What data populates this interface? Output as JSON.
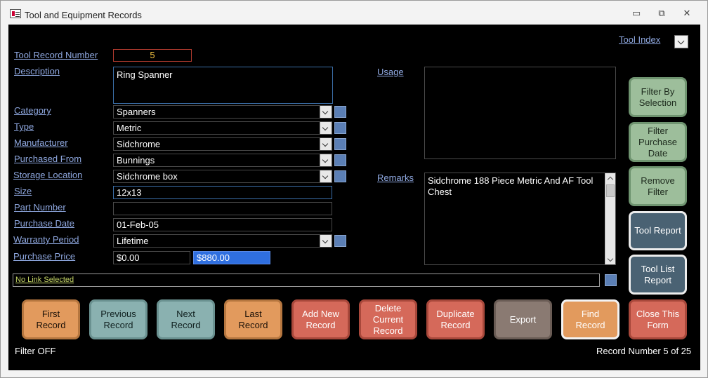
{
  "window": {
    "title": "Tool and Equipment Records"
  },
  "window_controls": {
    "minimize": "▭",
    "restore": "⧉",
    "close": "✕"
  },
  "header": {
    "tool_index": "Tool Index"
  },
  "labels": {
    "record_number": "Tool Record Number",
    "description": "Description",
    "category": "Category",
    "type": "Type",
    "manufacturer": "Manufacturer",
    "purchased_from": "Purchased From",
    "storage_location": "Storage Location",
    "size": "Size",
    "part_number": "Part Number",
    "purchase_date": "Purchase Date",
    "warranty_period": "Warranty Period",
    "purchase_price": "Purchase Price",
    "usage": "Usage",
    "remarks": "Remarks"
  },
  "values": {
    "record_number": "5",
    "description": "Ring Spanner",
    "category": "Spanners",
    "type": "Metric",
    "manufacturer": "Sidchrome",
    "purchased_from": "Bunnings",
    "storage_location": "Sidchrome box",
    "size": "12x13",
    "part_number": "",
    "purchase_date": "01-Feb-05",
    "warranty_period": "Lifetime",
    "purchase_price": "$0.00",
    "purchase_price_total": "$880.00",
    "usage": "",
    "remarks": "Sidchrome 188 Piece Metric And AF Tool Chest"
  },
  "link": {
    "text": "No Link Selected"
  },
  "side_buttons": {
    "filter_selection": "Filter By Selection",
    "filter_date": "Filter Purchase Date",
    "remove_filter": "Remove Filter",
    "tool_report": "Tool Report",
    "tool_list_report": "Tool List Report"
  },
  "nav_buttons": {
    "first": "First Record",
    "previous": "Previous Record",
    "next": "Next Record",
    "last": "Last Record",
    "add": "Add New Record",
    "delete": "Delete Current Record",
    "duplicate": "Duplicate Record",
    "export": "Export",
    "find": "Find Record",
    "close": "Close This Form"
  },
  "status": {
    "filter": "Filter OFF",
    "record_position": "Record Number 5 of 25"
  },
  "colors": {
    "form_background": "#000000",
    "label_link": "#8fa8e0",
    "highlight": "#2f6fe0",
    "button_orange": "#e29a5d",
    "button_teal": "#8ab1b0",
    "button_red": "#d5695a",
    "button_green": "#9dbe9b",
    "button_slate": "#4a6273"
  }
}
